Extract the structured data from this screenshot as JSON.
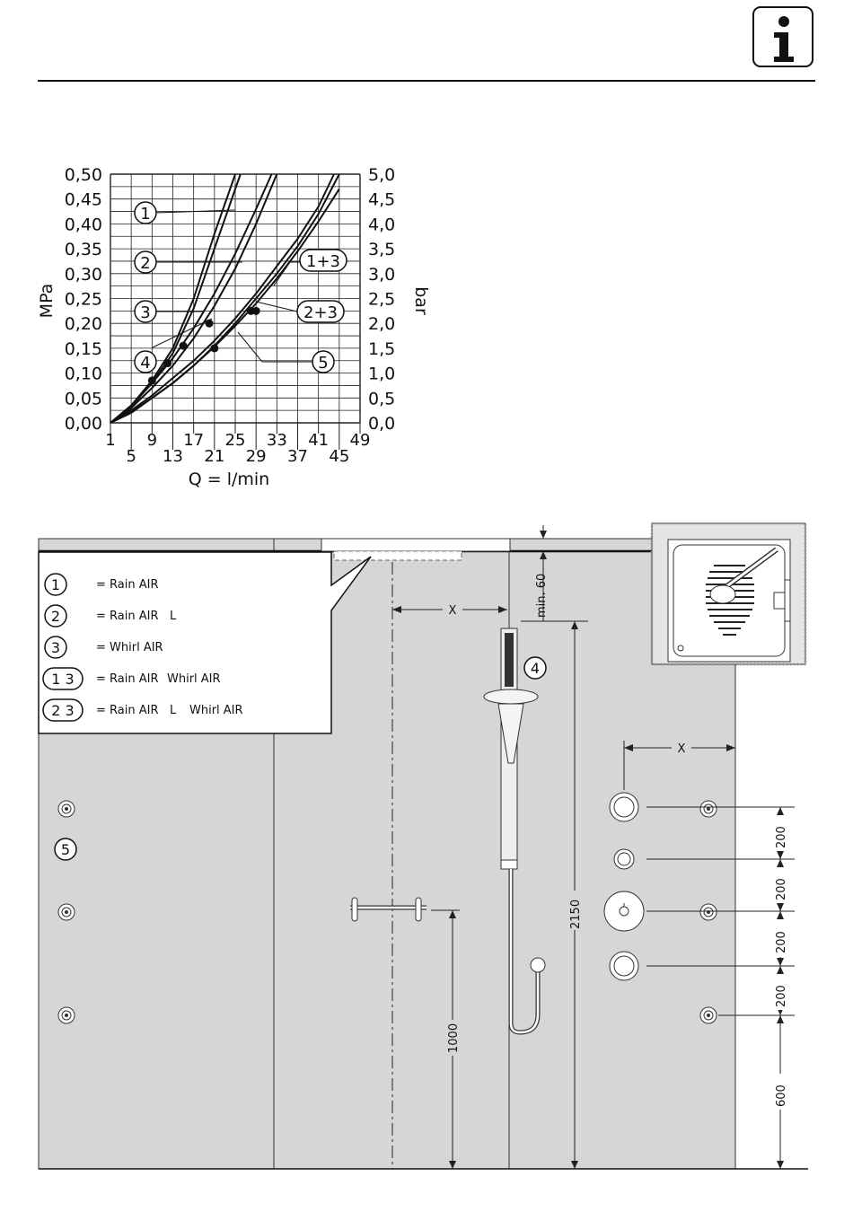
{
  "info_icon": "info-icon",
  "chart_data": {
    "type": "line",
    "ylabel_left": "MPa",
    "ylabel_right": "bar",
    "xlabel": "Q = l/min",
    "y_ticks_left": [
      "0,50",
      "0,45",
      "0,40",
      "0,35",
      "0,30",
      "0,25",
      "0,20",
      "0,15",
      "0,10",
      "0,05",
      "0,00"
    ],
    "y_ticks_right": [
      "5,0",
      "4,5",
      "4,0",
      "3,5",
      "3,0",
      "2,5",
      "2,0",
      "1,5",
      "1,0",
      "0,5",
      "0,0"
    ],
    "x_ticks_top": [
      "1",
      "9",
      "17",
      "25",
      "33",
      "41",
      "49"
    ],
    "x_ticks_bottom": [
      "5",
      "13",
      "21",
      "29",
      "37",
      "45"
    ],
    "xlim": [
      1,
      49
    ],
    "ylim": [
      0,
      0.5
    ],
    "grid": true,
    "series": [
      {
        "name": "1",
        "x": [
          1,
          5,
          9,
          13,
          17,
          21,
          25
        ],
        "y": [
          0,
          0.035,
          0.085,
          0.15,
          0.25,
          0.38,
          0.5
        ]
      },
      {
        "name": "2",
        "x": [
          1,
          5,
          9,
          13,
          17,
          21,
          26
        ],
        "y": [
          0,
          0.033,
          0.08,
          0.14,
          0.23,
          0.35,
          0.5
        ]
      },
      {
        "name": "3",
        "x": [
          1,
          5,
          9,
          13,
          17,
          21,
          25,
          29,
          33
        ],
        "y": [
          0,
          0.03,
          0.07,
          0.115,
          0.17,
          0.235,
          0.31,
          0.4,
          0.5
        ]
      },
      {
        "name": "4",
        "x": [
          1,
          5,
          9,
          13,
          17,
          21,
          25,
          29,
          32
        ],
        "y": [
          0,
          0.035,
          0.08,
          0.13,
          0.19,
          0.26,
          0.34,
          0.43,
          0.5
        ]
      },
      {
        "name": "1+3",
        "x": [
          1,
          5,
          9,
          13,
          17,
          21,
          25,
          29,
          33,
          37,
          41,
          44
        ],
        "y": [
          0,
          0.025,
          0.055,
          0.09,
          0.125,
          0.165,
          0.21,
          0.26,
          0.315,
          0.37,
          0.435,
          0.5
        ]
      },
      {
        "name": "2+3",
        "x": [
          1,
          5,
          9,
          13,
          17,
          21,
          25,
          29,
          33,
          37,
          41,
          45
        ],
        "y": [
          0,
          0.022,
          0.05,
          0.08,
          0.115,
          0.153,
          0.195,
          0.24,
          0.29,
          0.345,
          0.405,
          0.47
        ]
      },
      {
        "name": "5",
        "x": [
          1,
          5,
          9,
          13,
          17,
          21,
          25,
          29,
          33,
          37,
          41,
          45
        ],
        "y": [
          0,
          0.02,
          0.05,
          0.08,
          0.115,
          0.155,
          0.2,
          0.25,
          0.3,
          0.355,
          0.42,
          0.5
        ]
      }
    ],
    "points": [
      {
        "x": 9,
        "y": 0.085
      },
      {
        "x": 12,
        "y": 0.12
      },
      {
        "x": 15,
        "y": 0.155
      },
      {
        "x": 20,
        "y": 0.2
      },
      {
        "x": 21,
        "y": 0.15
      },
      {
        "x": 28,
        "y": 0.225
      },
      {
        "x": 29,
        "y": 0.225
      }
    ],
    "callouts": [
      "1",
      "2",
      "3",
      "4",
      "1+3",
      "2+3",
      "5"
    ]
  },
  "legend": {
    "items": [
      {
        "badge": "1",
        "text": "= Rain AIR"
      },
      {
        "badge": "2",
        "text": "= Rain AIR",
        "extra": "L"
      },
      {
        "badge": "3",
        "text": "= Whirl AIR"
      },
      {
        "badge": "1 3",
        "text": "= Rain AIR",
        "extra": "Whirl AIR"
      },
      {
        "badge": "2 3",
        "text": "= Rain AIR",
        "extra": "L",
        "extra2": "Whirl AIR"
      }
    ]
  },
  "installation": {
    "label_x": "X",
    "label_min60": "min. 60",
    "label_2150": "2150",
    "label_1000": "1000",
    "label_200": "200",
    "label_600": "600",
    "badge_4": "4",
    "badge_5": "5"
  }
}
